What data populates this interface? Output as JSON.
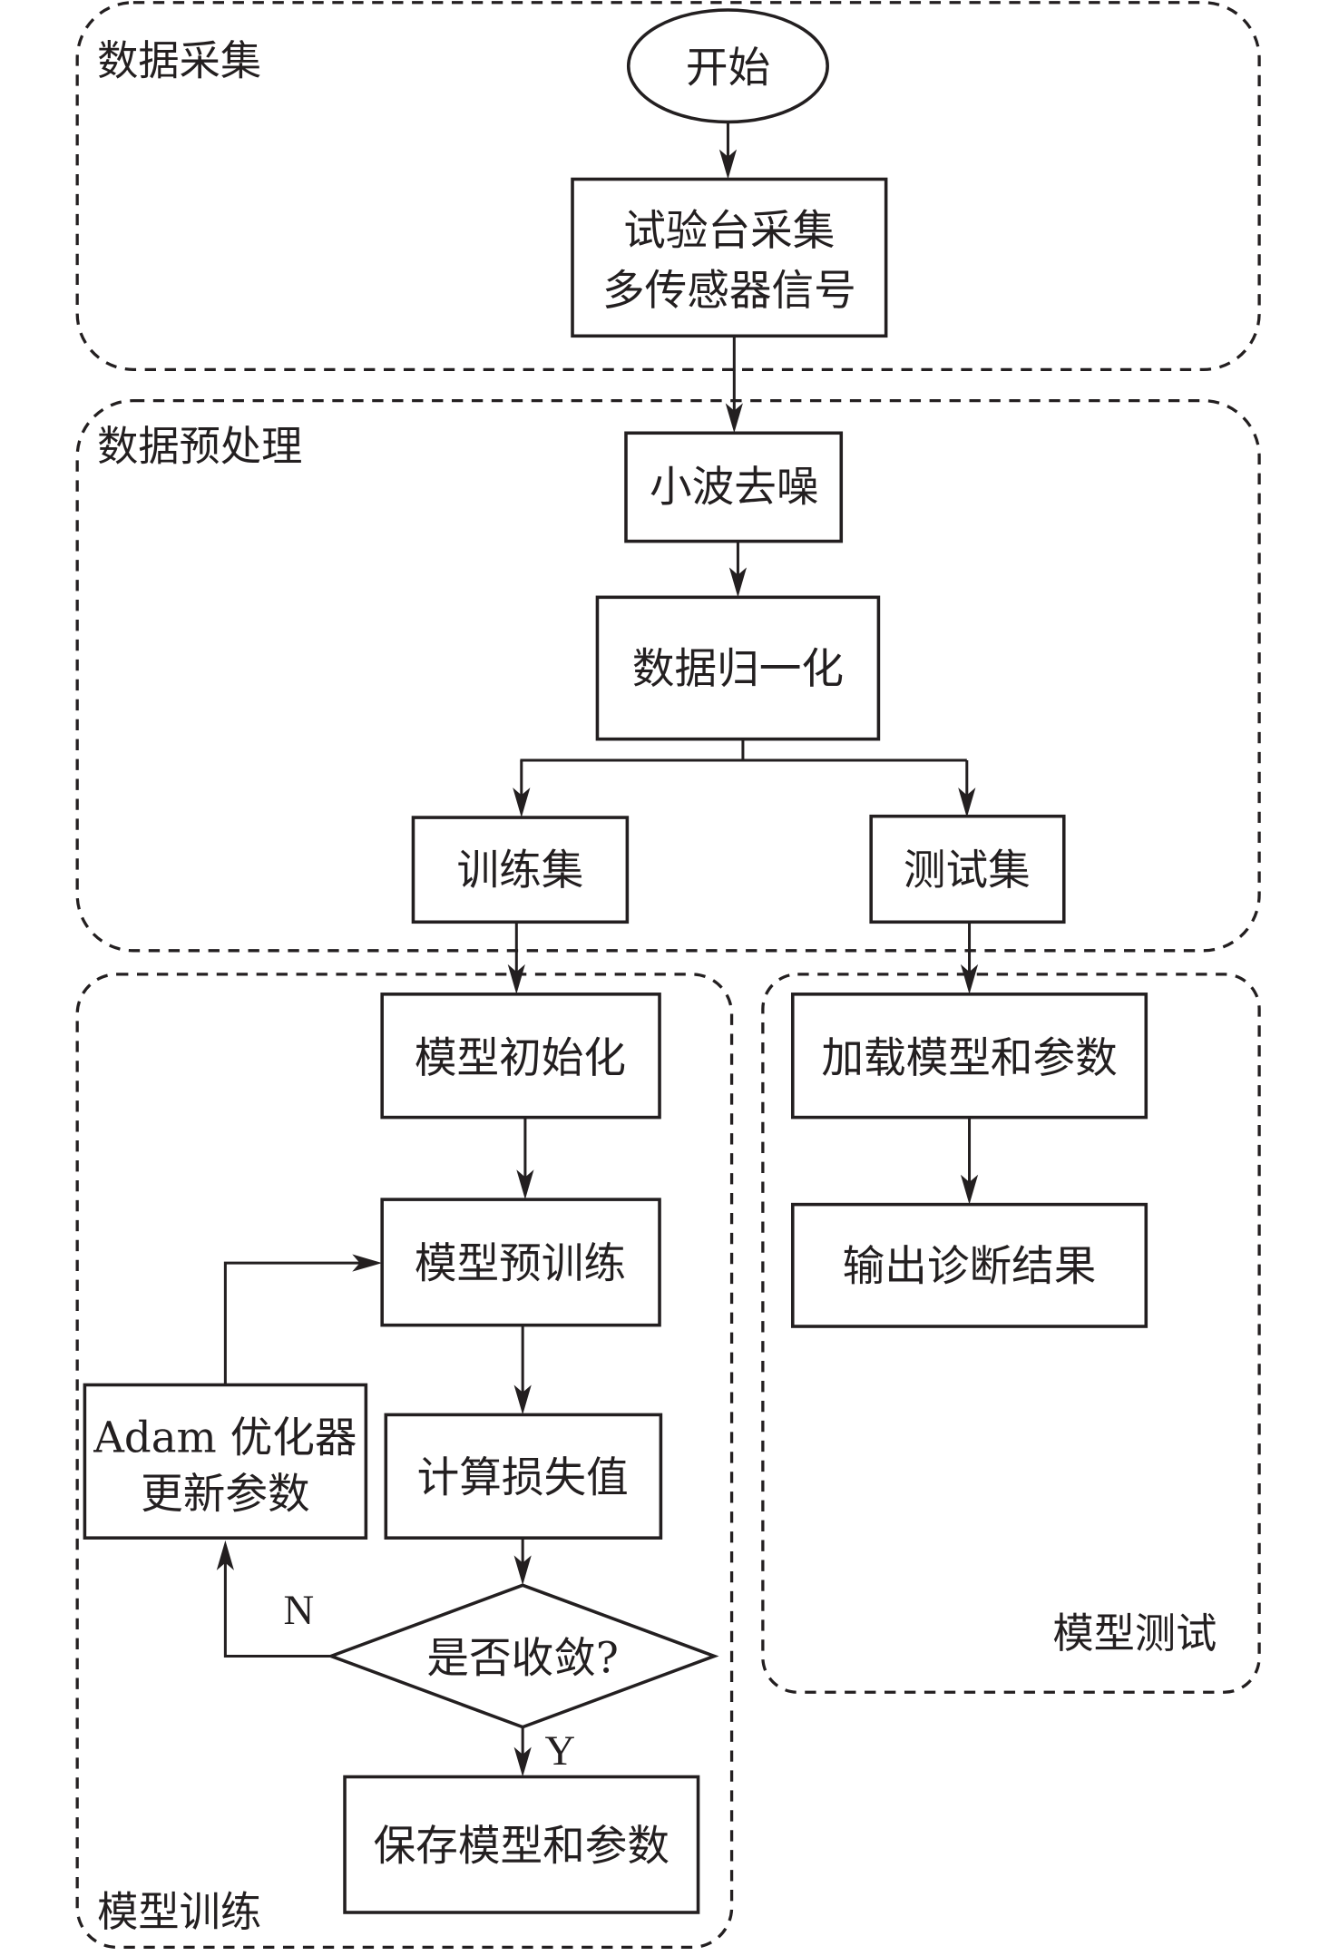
{
  "zones": {
    "acquisition": "数据采集",
    "preprocessing": "数据预处理",
    "training": "模型训练",
    "testing": "模型测试"
  },
  "nodes": {
    "start": "开始",
    "collect_line1": "试验台采集",
    "collect_line2": "多传感器信号",
    "denoise": "小波去噪",
    "normalize": "数据归一化",
    "train_set": "训练集",
    "test_set": "测试集",
    "model_init": "模型初始化",
    "pretrain": "模型预训练",
    "compute_loss": "计算损失值",
    "converged": "是否收敛?",
    "adam_line1": "Adam 优化器",
    "adam_line2": "更新参数",
    "save_model": "保存模型和参数",
    "load_model": "加载模型和参数",
    "output_result": "输出诊断结果"
  },
  "branches": {
    "no": "N",
    "yes": "Y"
  },
  "colors": {
    "stroke": "#231f20",
    "background": "#ffffff"
  }
}
